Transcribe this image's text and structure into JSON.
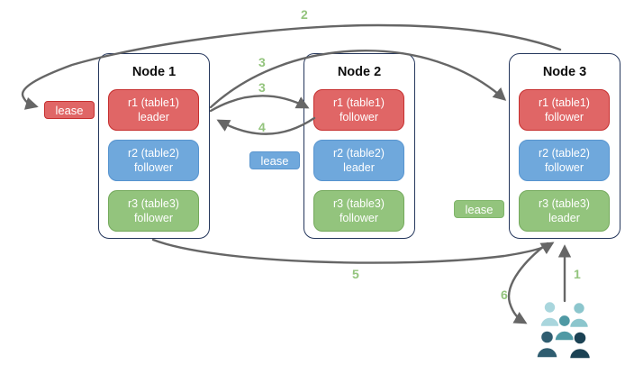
{
  "nodes": [
    {
      "title": "Node 1",
      "replicas": [
        {
          "name": "r1 (table1)",
          "role": "leader",
          "color": "#e06666"
        },
        {
          "name": "r2 (table2)",
          "role": "follower",
          "color": "#6fa8dc"
        },
        {
          "name": "r3 (table3)",
          "role": "follower",
          "color": "#93c47d"
        }
      ]
    },
    {
      "title": "Node 2",
      "replicas": [
        {
          "name": "r1 (table1)",
          "role": "follower",
          "color": "#e06666"
        },
        {
          "name": "r2 (table2)",
          "role": "leader",
          "color": "#6fa8dc"
        },
        {
          "name": "r3 (table3)",
          "role": "follower",
          "color": "#93c47d"
        }
      ]
    },
    {
      "title": "Node 3",
      "replicas": [
        {
          "name": "r1 (table1)",
          "role": "follower",
          "color": "#e06666"
        },
        {
          "name": "r2 (table2)",
          "role": "follower",
          "color": "#6fa8dc"
        },
        {
          "name": "r3 (table3)",
          "role": "leader",
          "color": "#93c47d"
        }
      ]
    }
  ],
  "leases": [
    {
      "label": "lease",
      "color": "#e06666"
    },
    {
      "label": "lease",
      "color": "#6fa8dc"
    },
    {
      "label": "lease",
      "color": "#93c47d"
    }
  ],
  "arrows": [
    {
      "label": "2",
      "from": "node-3-top",
      "to": "lease-table1"
    },
    {
      "label": "3",
      "from": "node-1-r1-leader",
      "to": "node-3-r1-follower"
    },
    {
      "label": "3",
      "from": "node-1-r1-leader",
      "to": "node-2-r1-follower"
    },
    {
      "label": "4",
      "from": "node-2-r1-follower",
      "to": "node-1-r1-leader"
    },
    {
      "label": "5",
      "from": "node-1-bottom",
      "to": "node-3-bottom"
    },
    {
      "label": "6",
      "from": "node-3-bottom",
      "to": "clients"
    },
    {
      "label": "1",
      "from": "clients",
      "to": "node-3-bottom"
    }
  ],
  "users": {
    "icon": "people-group-icon",
    "colors": [
      "#a9d6dd",
      "#8cc6cd",
      "#4f99a4",
      "#2f5d70",
      "#1b4254"
    ]
  },
  "colors": {
    "red_fill": "#e06666",
    "red_border": "#c62f2f",
    "blue_fill": "#6fa8dc",
    "blue_border": "#5794cf",
    "green_fill": "#93c47d",
    "green_border": "#74a95c",
    "node_border": "#24365c",
    "arrow": "#666666",
    "step_label": "#93c47d"
  }
}
